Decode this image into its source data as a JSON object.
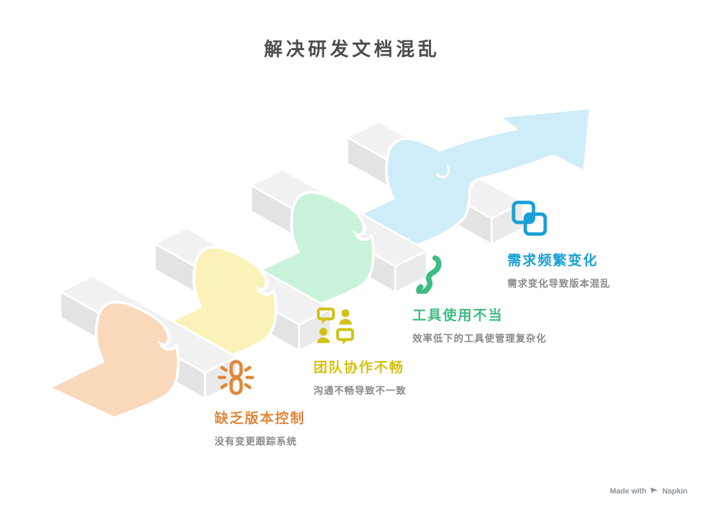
{
  "title": "解决研发文档混乱",
  "steps": [
    {
      "title": "缺乏版本控制",
      "desc": "没有变更跟踪系统",
      "accent": "#e0873a",
      "ribbon_color": "#f9d8bb",
      "icon": "broken-chain-icon"
    },
    {
      "title": "团队协作不畅",
      "desc": "沟通不畅导致不一致",
      "accent": "#d2c214",
      "ribbon_color": "#faf2b8",
      "icon": "team-chat-icon"
    },
    {
      "title": "工具使用不当",
      "desc": "效率低下的工具使管理复杂化",
      "accent": "#3fbc82",
      "ribbon_color": "#c9f2da",
      "icon": "wrench-icon"
    },
    {
      "title": "需求频繁变化",
      "desc": "需求变化导致版本混乱",
      "accent": "#189fd6",
      "ribbon_color": "#cfecf9",
      "icon": "overlapping-squares-icon"
    }
  ],
  "colors": {
    "background": "#ffffff",
    "beam_top": "#f1f1f1",
    "beam_side": "#e3e3e3",
    "beam_cap": "#eaeaea",
    "outline": "#ffffff",
    "title_text": "#4d4d4d",
    "desc_text": "#8a8a8a"
  },
  "watermark": {
    "made_with": "Made with",
    "brand": "Napkin"
  }
}
